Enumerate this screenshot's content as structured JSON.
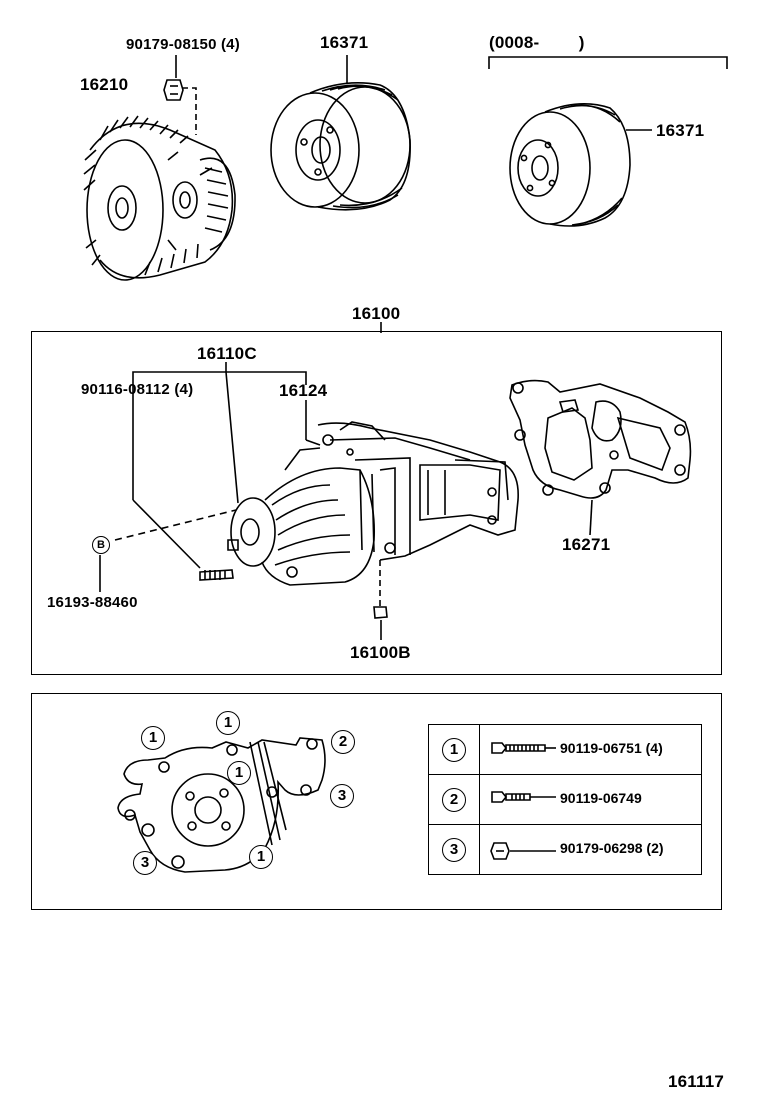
{
  "labels": {
    "bolt_fan": "90179-08150 (4)",
    "fan_clutch": "16210",
    "pulley_a": "16371",
    "date_range": "(0008-        )",
    "pulley_b": "16371",
    "pump_assy": "16100",
    "pump_sub": "16110C",
    "stud_bolt": "90116-08112 (4)",
    "plug": "16124",
    "gasket": "16271",
    "bolt_b": "16193-88460",
    "bolt_b_mark": "B",
    "drain": "16100B",
    "page_code": "161117"
  },
  "callouts": {
    "c1": "1",
    "c2": "1",
    "c3": "1",
    "c4": "1",
    "c5": "2",
    "c6": "3",
    "c7": "3"
  },
  "legend": [
    {
      "num": "1",
      "part": "90119-06751 (4)"
    },
    {
      "num": "2",
      "part": "90119-06749"
    },
    {
      "num": "3",
      "part": "90179-06298 (2)"
    }
  ]
}
